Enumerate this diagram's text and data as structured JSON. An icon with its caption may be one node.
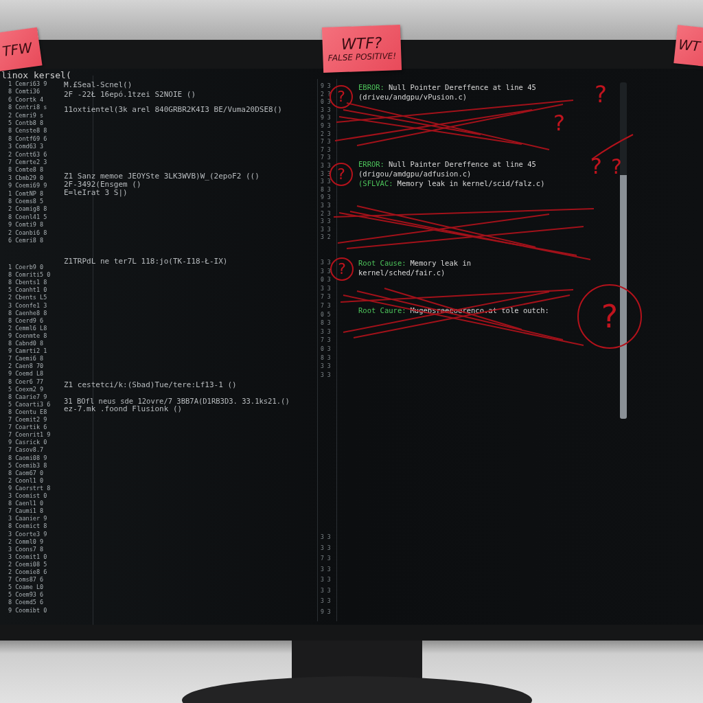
{
  "diagram": {
    "nodes": [
      {
        "text": [
          "TFW"
        ]
      },
      {
        "text": [
          "WTF?",
          "FALSE POSITIVE!"
        ]
      },
      {
        "text": [
          "WT"
        ]
      },
      {
        "text": [
          "?"
        ]
      },
      {
        "text": [
          "?"
        ]
      },
      {
        "text": [
          "?"
        ]
      },
      {
        "text": [
          "?"
        ]
      }
    ],
    "edges": [],
    "labels": [
      "linox kersel(",
      "1 Cemri63 9",
      "8 Comti36",
      "6 Coortk 4",
      "8 Contri8 s",
      "2 Cemri9 s",
      "5 Contb8 8",
      "8 Censte8 8",
      "8 Contf69 6",
      "3 Comd63 3",
      "2 Contt63 6",
      "7 Cemrte2 3",
      "8 Comte8 8",
      "3 Cbmb29 0",
      "9 Coemi69 9",
      "1 ComtNP 8",
      "8 Coems8 5",
      "2 Coamig8 8",
      "8 Coenl41 5",
      "9 Comti9 8",
      "2 Coanbi6 8",
      "6 Cemri8 8",
      "1 Coerb9 0",
      "8 Comriti5 0",
      "8 Cbents1 8",
      "5 Coanht1 0",
      "2 Cbents L5",
      "3 Coonfe1 3",
      "8 Caenhe8 8",
      "8 Coerd9 6",
      "2 Cemml6 L8",
      "9 Coenmte 8",
      "8 Cabnd0 8",
      "9 Camrti2 1",
      "7 Caemi6 8",
      "2 Caen8 70",
      "9 Coemd L8",
      "8 Coer6 77",
      "5 Coexm2 9",
      "8 Caarie7 9",
      "5 Caoarti3 6",
      "8 Coentu E8",
      "7 Coemit2 9",
      "7 Coartik 6",
      "7 Coenrit1 9",
      "9 Casrick 0",
      "7 Casov8.7",
      "8 Caomi08 9",
      "5 Coemib3 8",
      "8 Caom67 0",
      "2 Coonl1 0",
      "9 Caorstrt 8",
      "3 Coomist 0",
      "8 Caenl1 0",
      "7 Caumi1 8",
      "3 Caanier 9",
      "8 Coemict 8",
      "3 Coorte3 9",
      "2 Comml0 9",
      "3 Coons7 8",
      "3 Coomit1 0",
      "2 Coemi08 5",
      "2 Coomie8 6",
      "7 Coms87 6",
      "5 Coame L0",
      "5 Coem93 6",
      "8 Coemd5 6",
      "9 Coomibt 0",
      "M.£Seal-Scnel()",
      "2F -22Ł 16epó.1tzei S2NOIE ()",
      "11oxtientel(3k arel 840GRBR2K4I3 BE/Vuma20DSE8()",
      "Z1 Sanz memoe JEOYSte 3LK3WVB)W_(2epoF2 (()",
      "2F-3492(Ensgem ()",
      "E=leIrat 3 S|)",
      "Z1TRPdL ne ter7L 118:jo(TK-I18-Ł-IX)",
      "Z1 cestetci/k:(Sbad)Tue/tere:Lf13-1 ()",
      "31 BOfl neus sde 12ovre/7 3BB7A(D1RB3D3. 33.1ks21.()",
      "ez-7.mk .foond Flusionk ()",
      "9 3",
      "2 ?",
      "0 3",
      "3 3",
      "9 3",
      "9 3",
      "2 3",
      "7 3",
      "7 3",
      "7 3",
      "3 3",
      "3 3",
      "3 3",
      "8 3",
      "9 3",
      "3 3",
      "2 3",
      "3 3",
      "3 3",
      "3 2",
      "3 3",
      "3 3",
      "0 3",
      "3 3",
      "7 3",
      "7 3",
      "0 5",
      "8 3",
      "3 3",
      "7 3",
      "0 3",
      "8 3",
      "3 3",
      "3 3",
      "3 3",
      "3 3",
      "7 3",
      "3 3",
      "3 3",
      "3 3",
      "3 3",
      "9 3",
      "EBROR:",
      "Null Pointer Dereffence at line 45",
      "(driveu/andgpu/vPusion.c)",
      "ERROR:",
      "Null Painter Dereffence at line 45",
      "(drigou/amdgpu/adfusion.c)",
      "(SFLVAC:",
      "Memory leak in kernel/scid/falz.c)",
      "Root Cause:",
      "Memory leak in kernel/sched/fair.c)",
      "Root Caure:",
      "Mugebsreeeoerenco.at tole outch:",
      "?",
      "?",
      "?",
      "?"
    ]
  }
}
